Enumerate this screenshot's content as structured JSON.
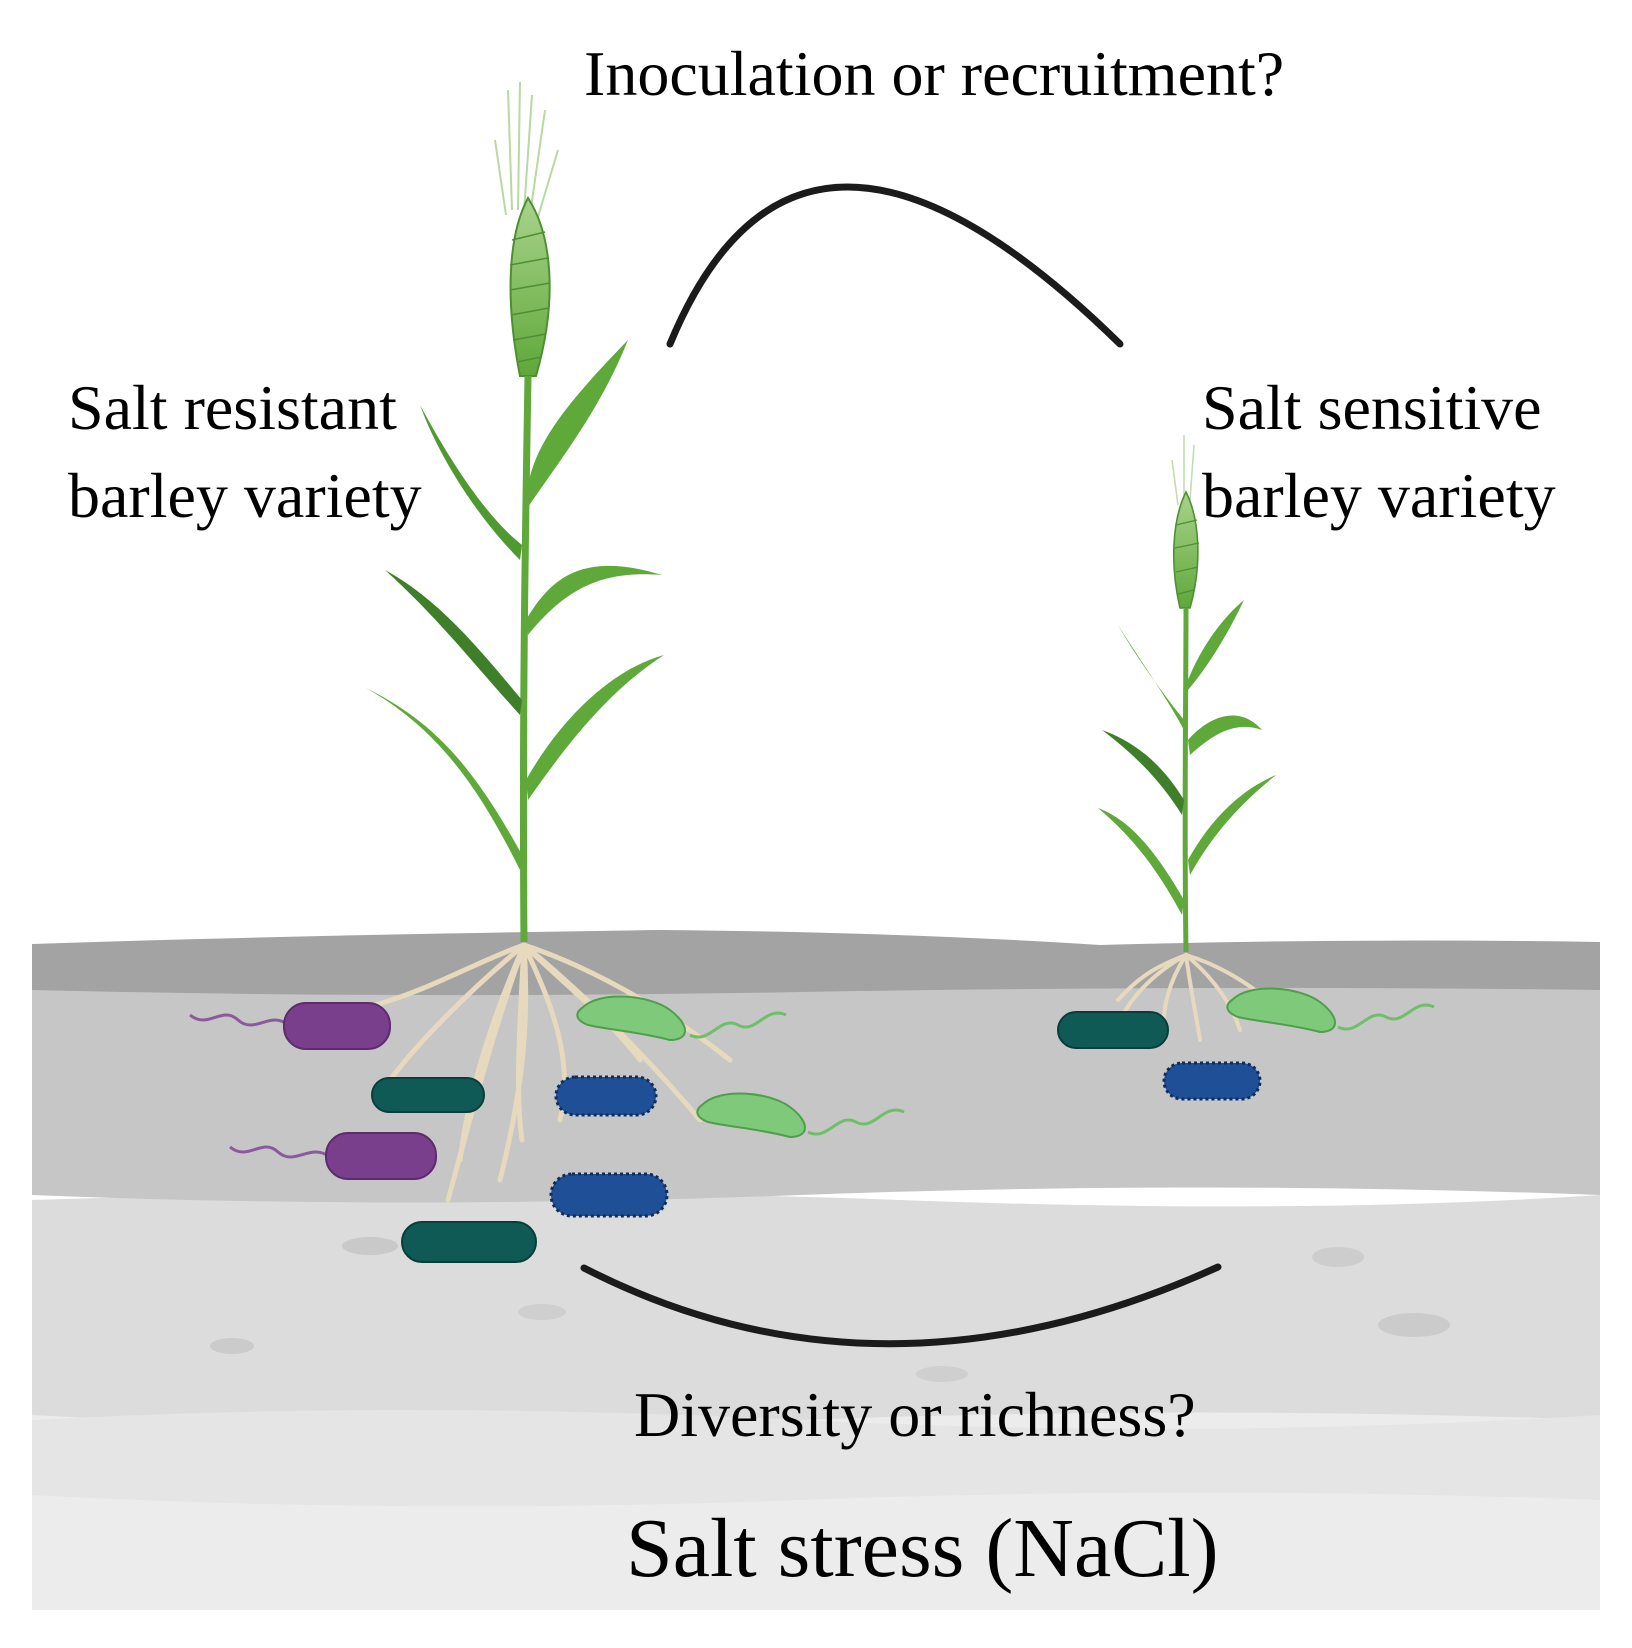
{
  "labels": {
    "top_question": "Inoculation or recruitment?",
    "left_variety_line1": "Salt resistant",
    "left_variety_line2": "barley variety",
    "right_variety_line1": "Salt sensitive",
    "right_variety_line2": "barley variety",
    "bottom_question": "Diversity or richness?",
    "condition": "Salt stress (NaCl)"
  },
  "colors": {
    "soil_top": "#a3a3a3",
    "soil_mid": "#c6c6c6",
    "soil_low": "#dcdcdc",
    "soil_deep": "#ececec",
    "plant_green": "#5fa83a",
    "plant_dark": "#3f7f2a",
    "spike_green": "#7ab85a",
    "root": "#e8dcc0",
    "bacterium_purple": "#7a3f8c",
    "bacterium_teal": "#0f5a55",
    "bacterium_blue": "#1f4f96",
    "bacterium_green": "#7ec97a"
  }
}
